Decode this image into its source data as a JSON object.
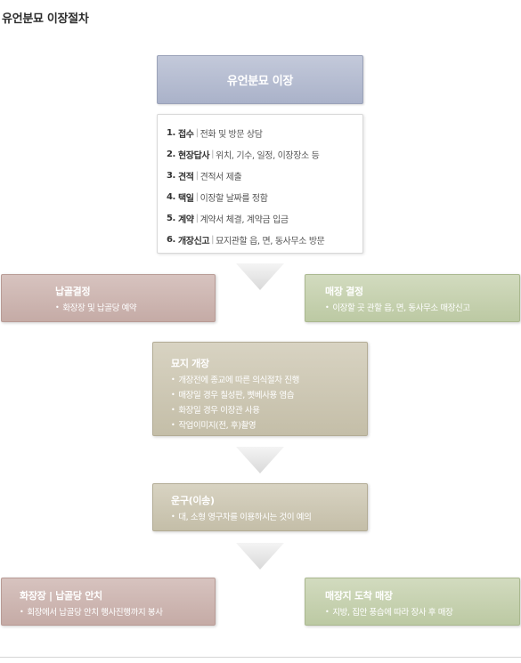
{
  "page_title": "유언분묘 이장절차",
  "header": {
    "title": "유언분묘 이장"
  },
  "steps": [
    {
      "num": "1.",
      "name": "접수",
      "desc": "전화 및 방문 상담"
    },
    {
      "num": "2.",
      "name": "현장답사",
      "desc": "위치, 기수, 일정, 이장장소 등"
    },
    {
      "num": "3.",
      "name": "견적",
      "desc": "견적서 제출"
    },
    {
      "num": "4.",
      "name": "택일",
      "desc": "이장할 날짜를 정함"
    },
    {
      "num": "5.",
      "name": "계약",
      "desc": "계약서 체결, 계약금 입금"
    },
    {
      "num": "6.",
      "name": "개장신고",
      "desc": "묘지관할 읍, 면, 동사무소 방문"
    }
  ],
  "separator": "|",
  "bullet": "•",
  "left_decision": {
    "title": "납골결정",
    "items": [
      "화장장 및 납골당 예약"
    ]
  },
  "right_decision": {
    "title": "매장 결정",
    "items": [
      "이장할 곳 관할 읍, 면, 동사무소 매장신고"
    ]
  },
  "exhumation": {
    "title": "묘지 개장",
    "items": [
      "개장전에 종교에 따른 의식절차 진행",
      "매장일 경우 칠성판, 삣베사용 염습",
      "화장일 경우 이장관 사용",
      "작업이미지(전, 후)촬영"
    ]
  },
  "transport": {
    "title": "운구(이송)",
    "items": [
      "대, 소형 영구차를 이용하시는 것이 예의"
    ]
  },
  "left_final": {
    "title": "화장장 | 납골당 안치",
    "items": [
      "회장에서 납골당 안치 행사진행까지 봉사"
    ]
  },
  "right_final": {
    "title": "매장지 도착 매장",
    "items": [
      "지방, 집안 풍습에 따라 장사 후 매장"
    ]
  },
  "colors": {
    "header": "#aab2c9",
    "pink": "#c9b0ab",
    "green": "#c1cda9",
    "tan": "#c8c2ad",
    "arrow": "#e2e2e2"
  }
}
